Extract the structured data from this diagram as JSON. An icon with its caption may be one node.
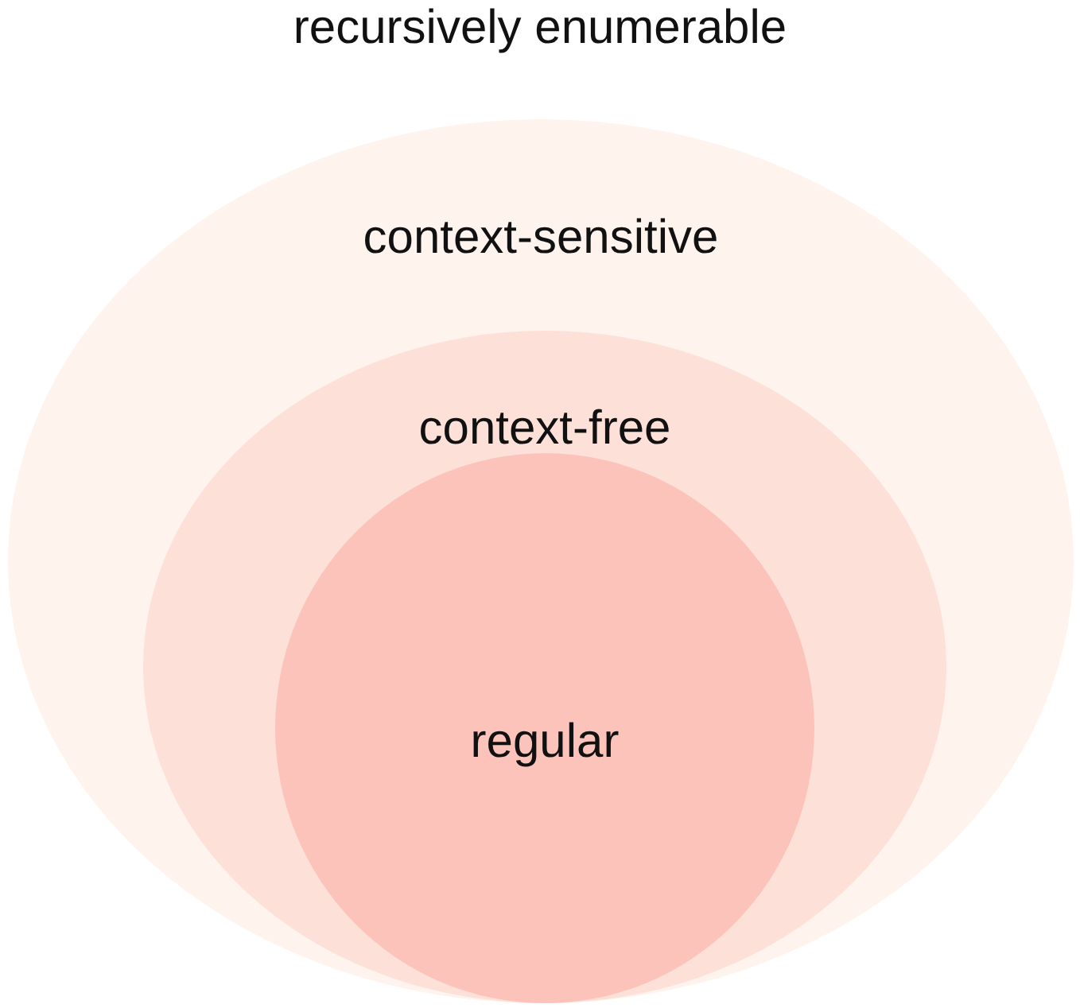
{
  "diagram": {
    "nodes": [
      {
        "text": [
          "context-sensitive"
        ]
      },
      {
        "text": [
          "context-free"
        ],
        "in": 0
      },
      {
        "text": [
          "regular"
        ],
        "in": 1
      }
    ],
    "edges": [],
    "labels": [
      "recursively enumerable"
    ]
  }
}
